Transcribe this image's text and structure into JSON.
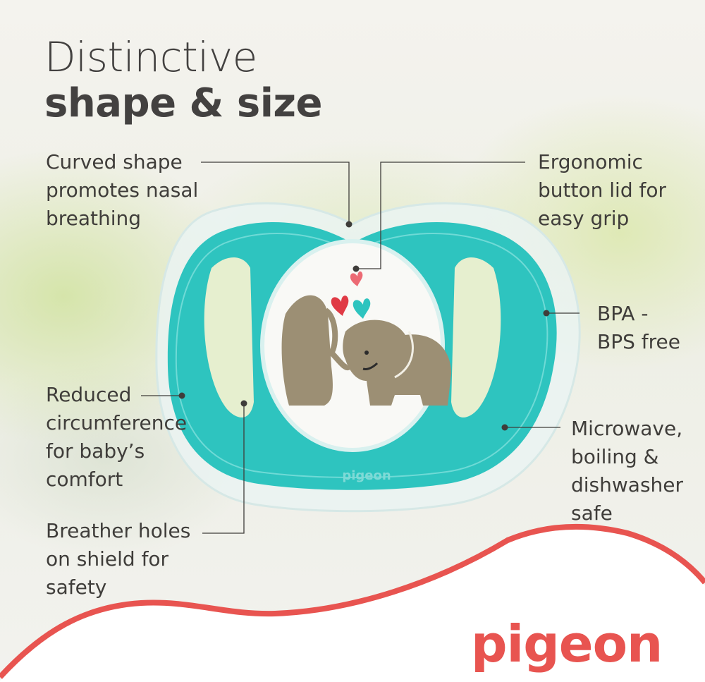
{
  "heading": {
    "line1": "Distinctive",
    "line2": "shape & size"
  },
  "callouts": [
    {
      "id": "curved-shape",
      "text": "Curved shape\npromotes nasal\nbreathing"
    },
    {
      "id": "ergonomic-lid",
      "text": "Ergonomic\nbutton lid for\neasy grip"
    },
    {
      "id": "bpa-free",
      "text": "BPA -\nBPS free"
    },
    {
      "id": "reduced-circumference",
      "text": "Reduced\ncircumference\nfor baby’s\ncomfort"
    },
    {
      "id": "microwave-safe",
      "text": "Microwave,\nboiling &\ndishwasher\nsafe"
    },
    {
      "id": "breather-holes",
      "text": "Breather holes\non shield for\nsafety"
    }
  ],
  "product": {
    "embossed_brand": "pigeon"
  },
  "brand": {
    "logo_text": "pigeon",
    "color": "#e85450"
  },
  "colors": {
    "teal": "#2ec4bf",
    "text": "#3f3d3a",
    "wave": "#e85450"
  }
}
